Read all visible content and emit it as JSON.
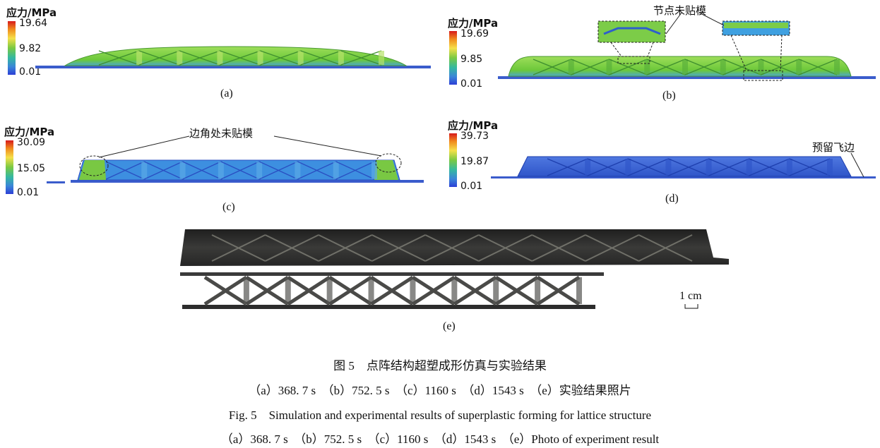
{
  "panels": {
    "a": {
      "label": "(a)",
      "unit": "应力/MPa",
      "max": "19.64",
      "mid": "9.82",
      "min": "0.01"
    },
    "b": {
      "label": "(b)",
      "unit": "应力/MPa",
      "max": "19.69",
      "mid": "9.85",
      "min": "0.01",
      "annotation": "节点未贴模"
    },
    "c": {
      "label": "(c)",
      "unit": "应力/MPa",
      "max": "30.09",
      "mid": "15.05",
      "min": "0.01",
      "annotation": "边角处未贴模"
    },
    "d": {
      "label": "(d)",
      "unit": "应力/MPa",
      "max": "39.73",
      "mid": "19.87",
      "min": "0.01",
      "annotation": "预留飞边"
    },
    "e": {
      "label": "(e)",
      "scale_bar": "1 cm"
    }
  },
  "caption": {
    "cn_title": "图 5　点阵结构超塑成形仿真与实验结果",
    "cn_sub": "（a）368. 7 s　（b）752. 5 s　（c）1160 s　（d）1543 s　（e）实验结果照片",
    "en_title": "Fig. 5　Simulation and experimental results of superplastic forming for lattice structure",
    "en_sub": "（a）368. 7 s　（b）752. 5 s　（c）1160 s　（d）1543 s　（e）Photo of experiment result"
  },
  "colors": {
    "stress_high": "#d7191c",
    "stress_mid": "#7ac943",
    "stress_low": "#2c5bd6",
    "structure_green": "#8fd14f",
    "structure_blue": "#3d66d8",
    "photo_dark": "#2b2b2b"
  }
}
